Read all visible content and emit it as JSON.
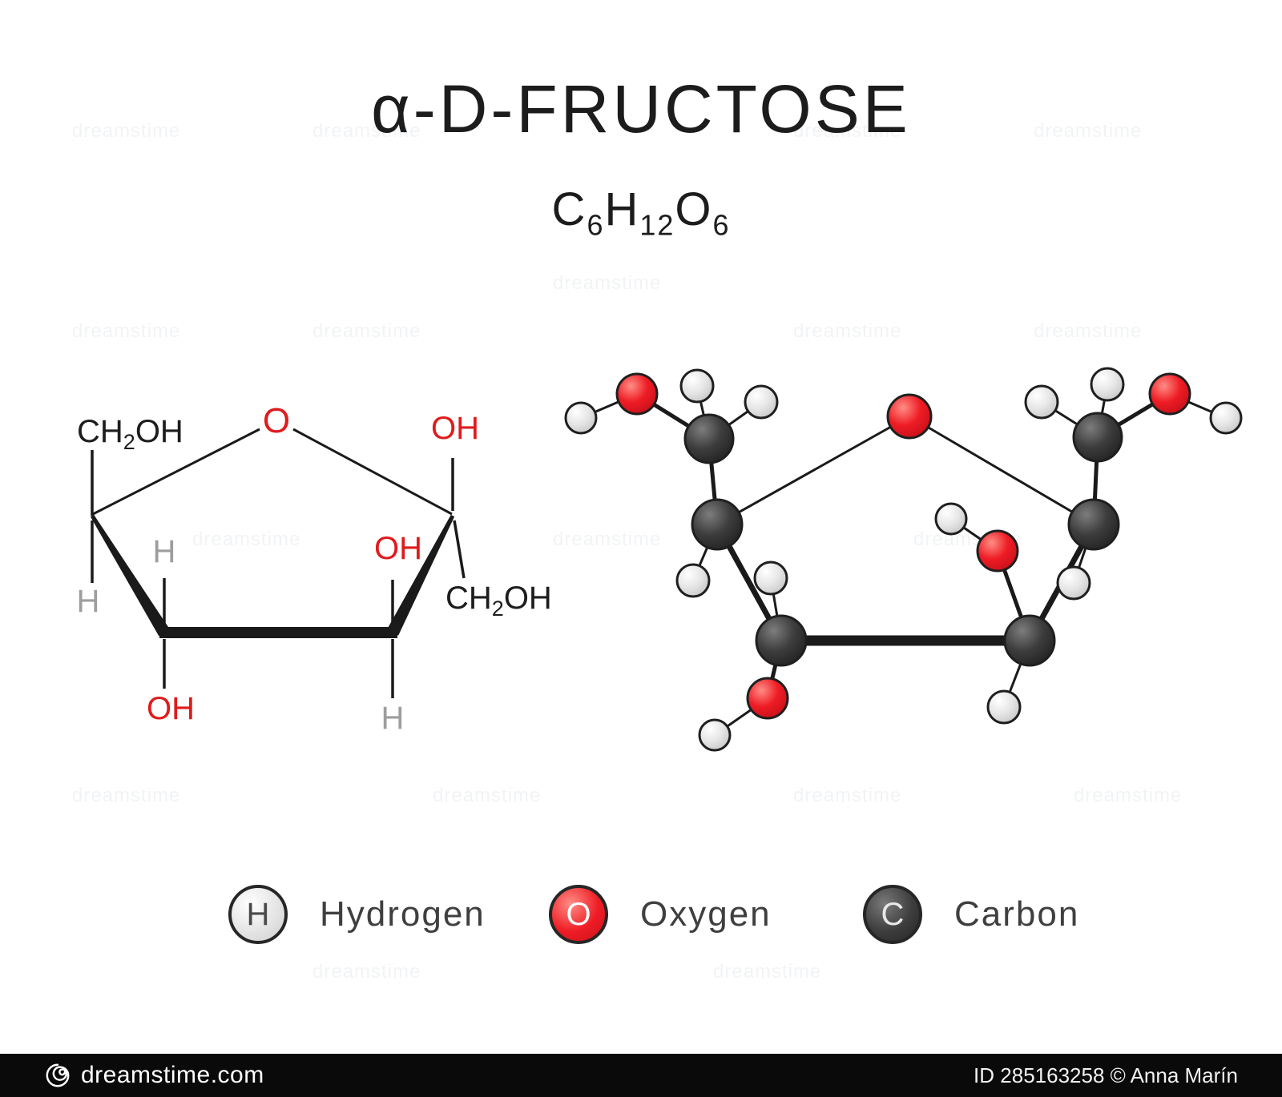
{
  "title": "α-D-FRUCTOSE",
  "formula": {
    "parts": [
      "C",
      "6",
      "H",
      "12",
      "O",
      "6"
    ]
  },
  "skeletal": {
    "ring_oxygen": "O",
    "ch2oh": {
      "pre": "CH",
      "sub": "2",
      "post": "OH"
    },
    "oh": "OH",
    "h": "H"
  },
  "legend": {
    "items": [
      {
        "symbol": "H",
        "name": "Hydrogen",
        "color": "#e9e9e9"
      },
      {
        "symbol": "O",
        "name": "Oxygen",
        "color": "#ee1c25"
      },
      {
        "symbol": "C",
        "name": "Carbon",
        "color": "#3d3d3d"
      }
    ]
  },
  "colors": {
    "oxygen": "#ee1c25",
    "carbon": "#3d3d3d",
    "hydrogen": "#e9e9e9",
    "bond": "#1a1a1a",
    "label_red": "#e01b1c",
    "label_gray": "#9d9d9d",
    "label_black": "#1d1d1d"
  },
  "watermark": {
    "text": "dreamstime"
  },
  "footer": {
    "site": "dreamstime.com",
    "credit": "ID 285163258 © Anna Marín"
  }
}
